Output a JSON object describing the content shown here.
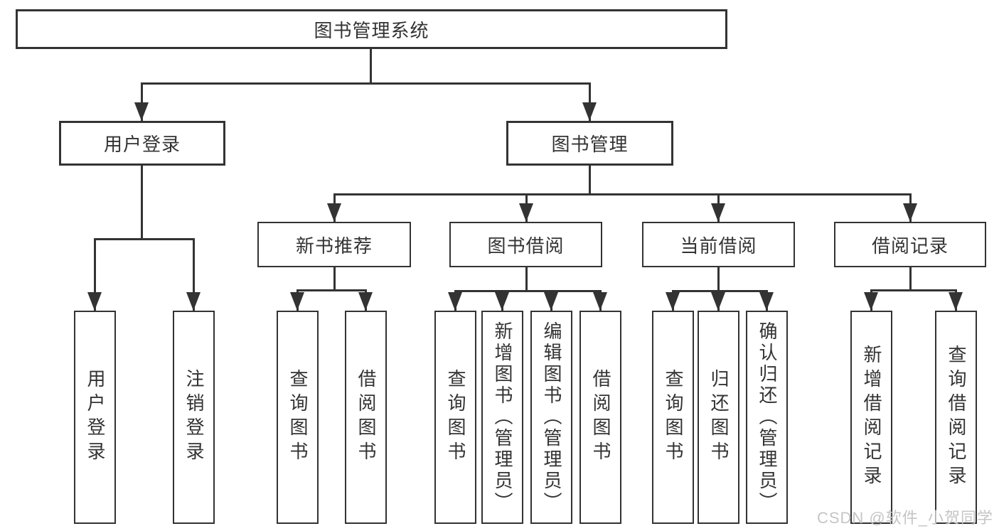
{
  "root": {
    "label": "图书管理系统"
  },
  "branches": {
    "user_login": {
      "label": "用户登录",
      "children": [
        "用户登录",
        "注销登录"
      ]
    },
    "book_mgmt": {
      "label": "图书管理"
    }
  },
  "modules": [
    {
      "label": "新书推荐",
      "children": [
        "查询图书",
        "借阅图书"
      ]
    },
    {
      "label": "图书借阅",
      "children": [
        "查询图书",
        "新增图书（管理员）",
        "编辑图书（管理员）",
        "借阅图书"
      ]
    },
    {
      "label": "当前借阅",
      "children": [
        "查询图书",
        "归还图书",
        "确认归还（管理员）"
      ]
    },
    {
      "label": "借阅记录",
      "children": [
        "新增借阅记录",
        "查询借阅记录"
      ]
    }
  ],
  "watermark": "CSDN @软件_小贺同学",
  "colors": {
    "line": "#333333",
    "text": "#333333",
    "background": "#ffffff",
    "watermark": "#c5c5c5"
  }
}
